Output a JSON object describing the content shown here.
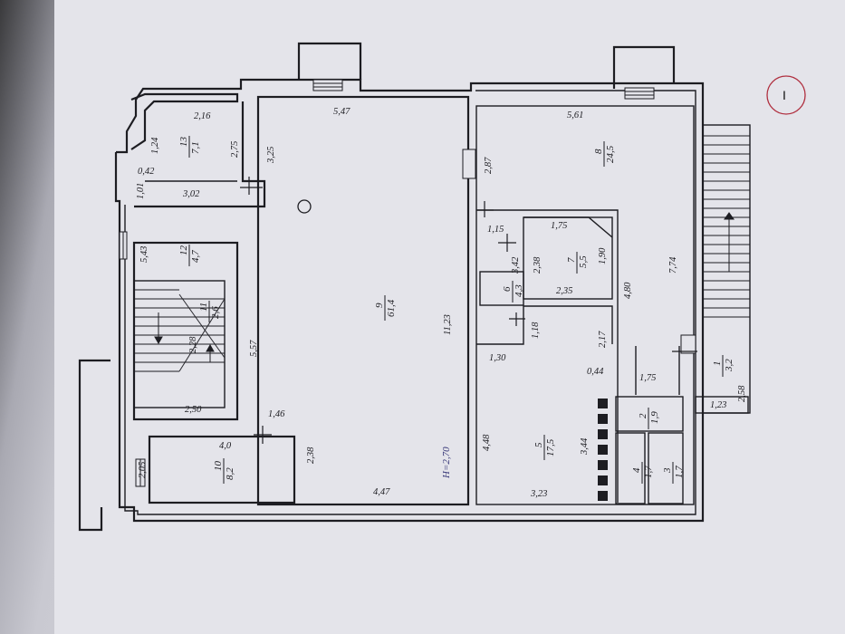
{
  "sheet_number": "I",
  "ceiling_height": "Н=2,70",
  "rooms": {
    "r1": {
      "num": "1",
      "area": "3,2"
    },
    "r2": {
      "num": "2",
      "area": "1,9"
    },
    "r3": {
      "num": "3",
      "area": "1,7"
    },
    "r4": {
      "num": "4",
      "area": "1,7"
    },
    "r5": {
      "num": "5",
      "area": "17,5"
    },
    "r6": {
      "num": "6",
      "area": "4,3"
    },
    "r7": {
      "num": "7",
      "area": "5,5"
    },
    "r8": {
      "num": "8",
      "area": "24,5"
    },
    "r9": {
      "num": "9",
      "area": "61,4"
    },
    "r10": {
      "num": "10",
      "area": "8,2"
    },
    "r11": {
      "num": "11",
      "area": "2,6"
    },
    "r12": {
      "num": "12",
      "area": "4,7"
    },
    "r13": {
      "num": "13",
      "area": "7,1"
    }
  },
  "dims": {
    "d_5_47": "5,47",
    "d_5_61": "5,61",
    "d_2_16": "2,16",
    "d_1_24": "1,24",
    "d_2_75": "2,75",
    "d_3_25": "3,25",
    "d_0_42": "0,42",
    "d_1_01": "1,01",
    "d_3_02": "3,02",
    "d_2_87": "2,87",
    "d_1_15": "1,15",
    "d_1_75a": "1,75",
    "d_1_90": "1,90",
    "d_3_42": "3,42",
    "d_2_38a": "2,38",
    "d_2_35": "2,35",
    "d_4_80": "4,80",
    "d_7_74": "7,74",
    "d_5_43": "5,43",
    "d_11_23": "11,23",
    "d_1_18": "1,18",
    "d_2_17": "2,17",
    "d_1_30": "1,30",
    "d_0_44": "0,44",
    "d_1_75b": "1,75",
    "d_5_57": "5,57",
    "d_2_28": "2,28",
    "d_2_50": "2,50",
    "d_1_46": "1,46",
    "d_4_0": "4,0",
    "d_2_05": "2,05",
    "d_2_38b": "2,38",
    "d_4_47": "4,47",
    "d_4_48": "4,48",
    "d_3_44": "3,44",
    "d_3_23": "3,23",
    "d_2_58": "2,58",
    "d_1_23": "1,23"
  }
}
